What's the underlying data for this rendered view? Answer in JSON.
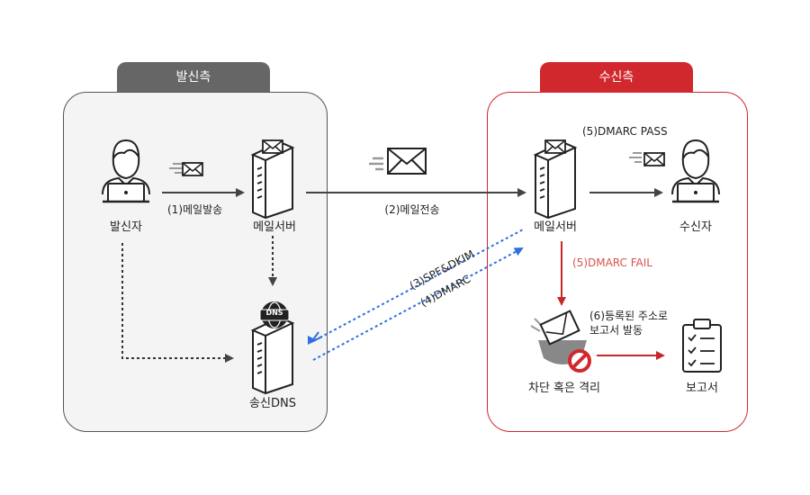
{
  "sender_side": {
    "title": "발신측",
    "sender_label": "발신자",
    "mail_server_label": "메일서버",
    "dns_label": "송신DNS",
    "dns_badge": "DNS"
  },
  "receiver_side": {
    "title": "수신측",
    "mail_server_label": "메일서버",
    "recipient_label": "수신자",
    "block_label": "차단 혹은 격리",
    "report_label": "보고서"
  },
  "steps": {
    "send_mail": "(1)메일발송",
    "transfer_mail": "(2)메일전송",
    "spf_dkim": "(3)SPF&DKIM",
    "dmarc_query": "(4)DMARC",
    "dmarc_pass": "(5)DMARC PASS",
    "dmarc_fail": "(5)DMARC FAIL",
    "report_line1": "(6)등록된 주소로",
    "report_line2": "보고서 발동"
  },
  "colors": {
    "sender_accent": "#666666",
    "receiver_accent": "#d0282d",
    "query_arrow": "#2f6fe0",
    "fail_text": "#d9534f"
  },
  "icons": [
    "person-laptop-icon",
    "server-icon",
    "envelope-icon",
    "dns-globe-icon",
    "trash-icon",
    "block-icon",
    "clipboard-icon"
  ]
}
